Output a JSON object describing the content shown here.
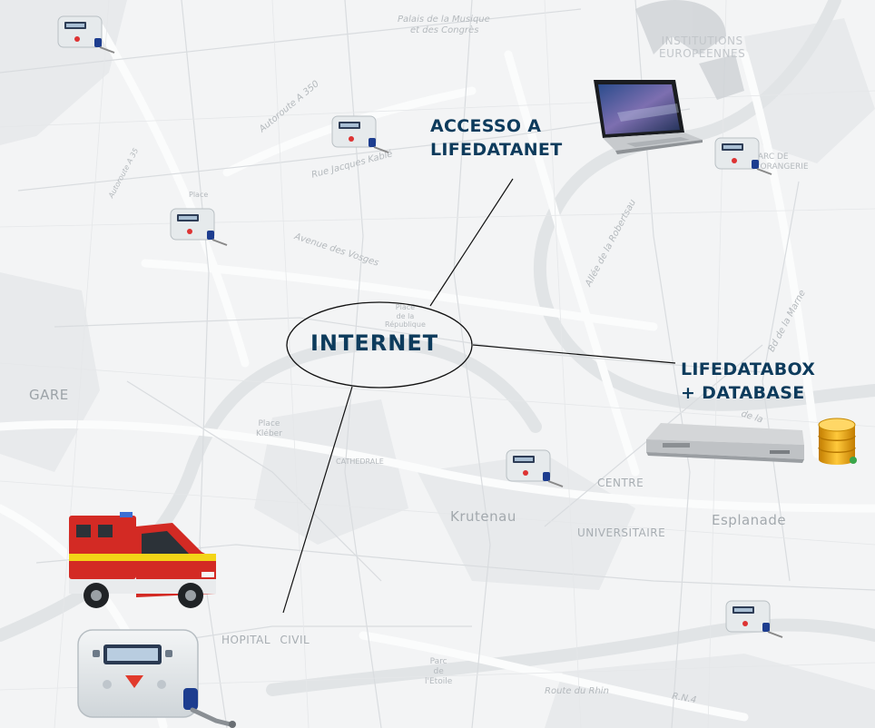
{
  "labels": {
    "internet": "INTERNET",
    "access_line1": "ACCESSO A",
    "access_line2": "LIFEDATANET",
    "box_line1": "LIFEDATABOX",
    "box_line2": "+ DATABASE"
  },
  "map_labels": {
    "palais_line1": "Palais de la Musique",
    "palais_line2": "et des Congrès",
    "institutions_line1": "INSTITUTIONS",
    "institutions_line2": "EUROPEENNES",
    "autoroute_a350": "Autoroute A 350",
    "autoroute_a35": "Autoroute A 35",
    "rue_jacques_kable": "Rue Jacques Kablé",
    "place_small": "Place",
    "avenue_vosges": "Avenue des Vosges",
    "place_rep_line1": "Place",
    "place_rep_line2": "de la",
    "place_rep_line3": "République",
    "allee_robertsau": "Allée de la Robertsau",
    "parc_orangerie_line1": "PARC DE",
    "parc_orangerie_line2": "L'ORANGERIE",
    "bd_marne": "Bd de la Marne",
    "gare": "GARE",
    "place_kleber_line1": "Place",
    "place_kleber_line2": "Kléber",
    "cathedrale": "CATHEDRALE",
    "centre": "CENTRE",
    "krutenau": "Krutenau",
    "universitaire": "UNIVERSITAIRE",
    "esplanade": "Esplanade",
    "hopital_civil": "HOPITAL CIVIL",
    "parc_etoile_line1": "Parc",
    "parc_etoile_line2": "de",
    "parc_etoile_line3": "l'Etoile",
    "route_rhin": "Route du Rhin",
    "rn4": "R.N.4",
    "bd_marne_small": "de la"
  },
  "colors": {
    "label_dark": "#0d3b5c",
    "map_bg": "#f3f4f5",
    "ambulance_red": "#d32a24",
    "device_gray": "#e6eaec",
    "device_blue": "#1d3d8f",
    "database_gold": "#f0a800"
  },
  "icons": {
    "laptop": "laptop-icon",
    "device": "defibrillator-icon",
    "ambulance": "ambulance-icon",
    "server": "server-box-icon",
    "database": "database-icon"
  }
}
